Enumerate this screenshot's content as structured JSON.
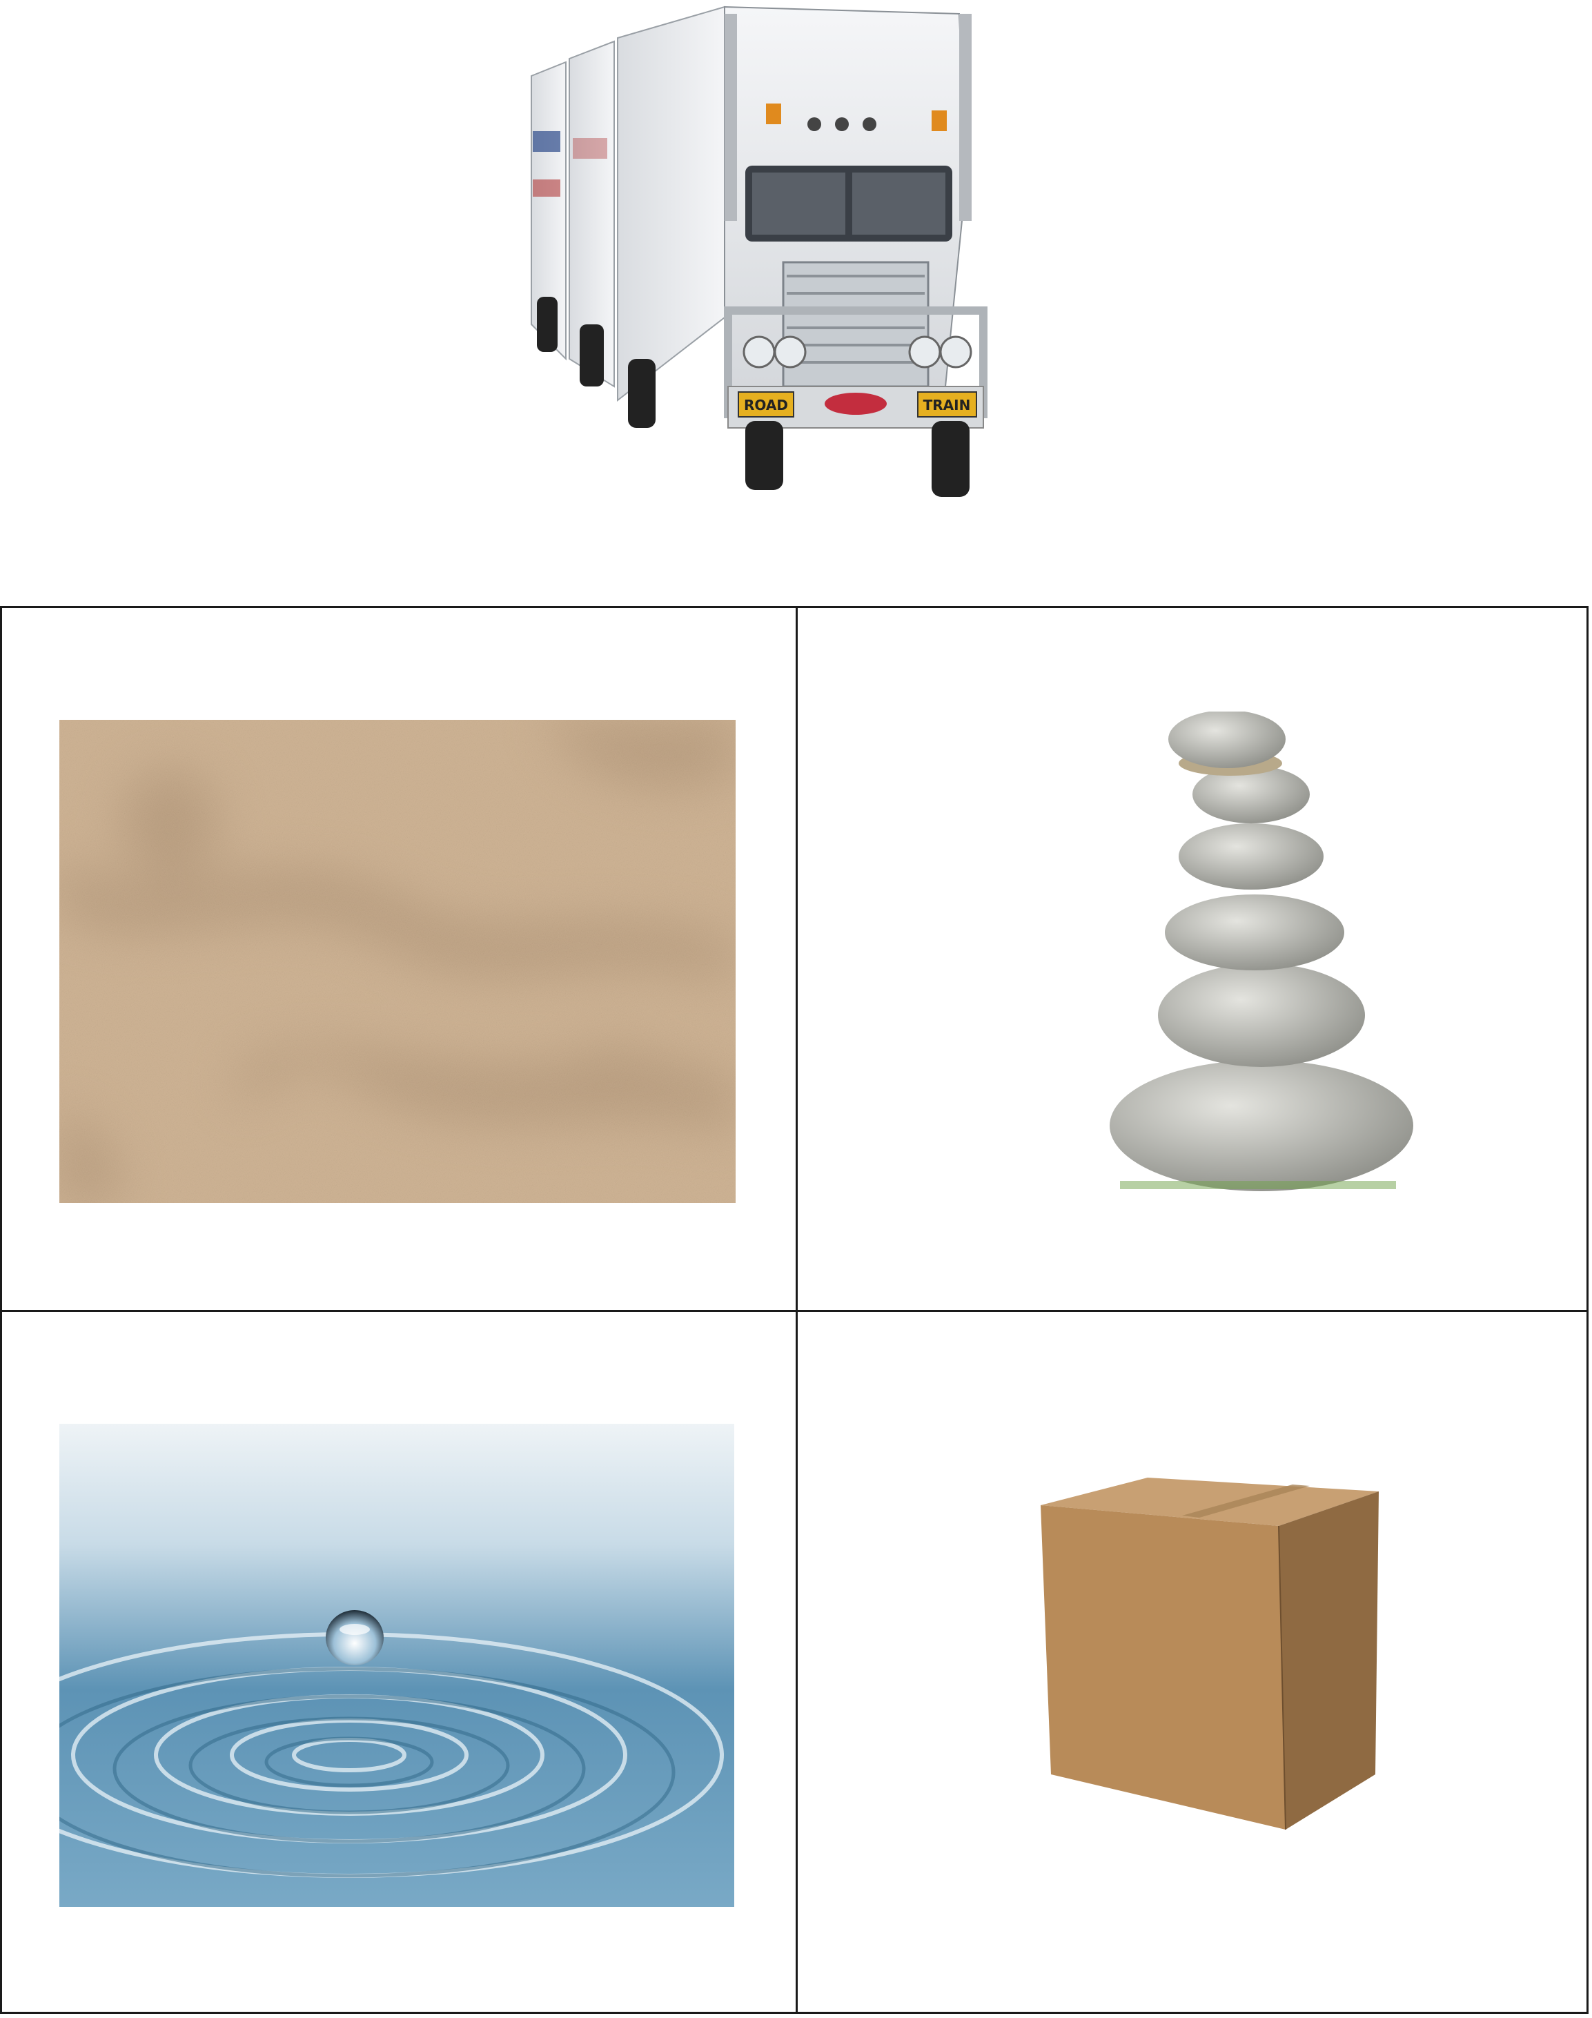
{
  "truck": {
    "plate_left": "ROAD",
    "plate_right": "TRAIN"
  },
  "icons": {
    "hero": "road-train-truck-image",
    "cell_1": "sand-texture-image",
    "cell_2": "stacked-stones-image",
    "cell_3": "water-droplet-image",
    "cell_4": "cardboard-box-image"
  },
  "colors": {
    "grid_line": "#1a1a1a",
    "sand": "#c9ad8d",
    "water": "#5b93b4",
    "stone": "#b9b9b2",
    "cardboard": "#b88b59"
  }
}
